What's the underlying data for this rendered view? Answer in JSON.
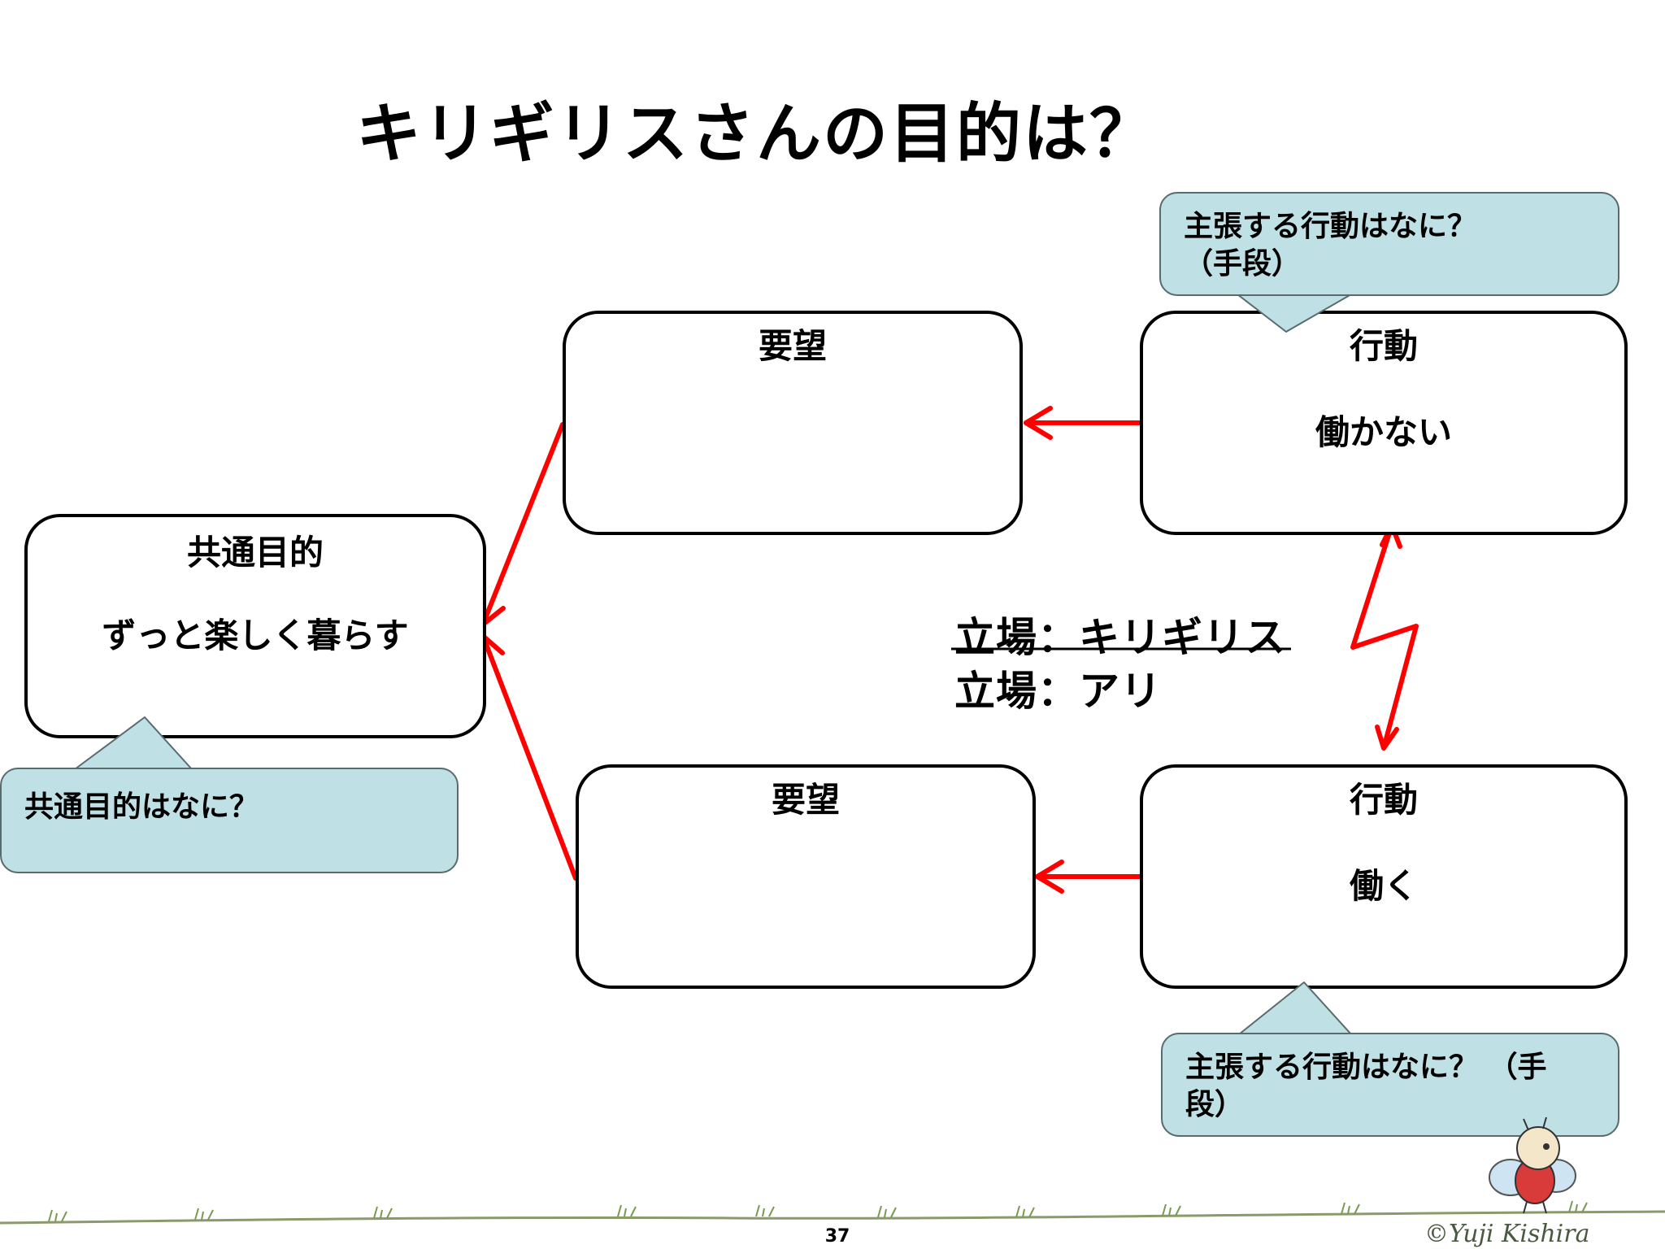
{
  "title": "キリギリスさんの目的は？",
  "common_goal": {
    "label": "共通目的",
    "value": "ずっと楽しく暮らす"
  },
  "upper_request": {
    "label": "要望",
    "value": ""
  },
  "lower_request": {
    "label": "要望",
    "value": ""
  },
  "upper_action": {
    "label": "行動",
    "value": "働かない"
  },
  "lower_action": {
    "label": "行動",
    "value": "働く"
  },
  "callouts": {
    "common_goal_question": "共通目的はなに？",
    "upper_action_question_line1": "主張する行動はなに？",
    "upper_action_question_line2": "（手段）",
    "lower_action_question_line1": "主張する行動はなに？ （手",
    "lower_action_question_line2": "段）"
  },
  "stance": {
    "upper": "立場：キリギリス",
    "lower": "立場：アリ"
  },
  "footer": {
    "page_number": "37",
    "copyright": "©Yuji Kishira"
  },
  "colors": {
    "arrow": "#ff0000",
    "callout_fill": "#bfe0e4",
    "box_border": "#000000"
  }
}
